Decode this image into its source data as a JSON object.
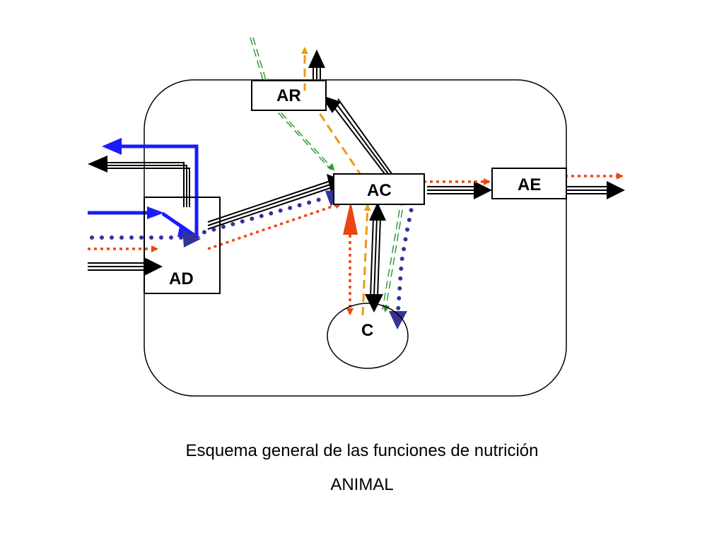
{
  "diagram": {
    "nodes": {
      "ar": "AR",
      "ac": "AC",
      "ae": "AE",
      "ad": "AD",
      "c": "C"
    }
  },
  "caption": {
    "title": "Esquema general de las funciones de nutrición",
    "subtitle": "ANIMAL"
  },
  "colors": {
    "black_flow": "#000000",
    "blue_solid": "#1a1aff",
    "navy_dotted": "#333399",
    "red_dotted": "#ee4411",
    "orange_dashed": "#ee9911",
    "green_dashed": "#339933"
  }
}
